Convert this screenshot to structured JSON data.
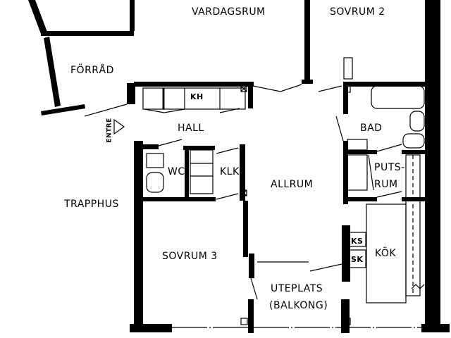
{
  "rooms": {
    "vardagsrum": "VARDAGSRUM",
    "sovrum2": "SOVRUM 2",
    "forrad": "FÖRRÅD",
    "kh": "KH",
    "entre": "ENTRE",
    "hall": "HALL",
    "bad": "BAD",
    "wc": "WC",
    "klk": "KLK",
    "puts": "PUTS-",
    "rum": "RUM",
    "allrum": "ALLRUM",
    "trapphus": "TRAPPHUS",
    "ks": "KS",
    "sk": "SK",
    "kok": "KÖK",
    "sovrum3": "SOVRUM 3",
    "uteplats": "UTEPLATS",
    "balkong": "(BALKONG)"
  },
  "colors": {
    "wall": "#000000",
    "background": "#ffffff"
  }
}
